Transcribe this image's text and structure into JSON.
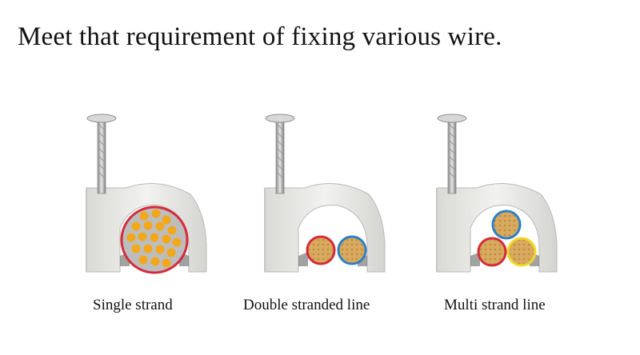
{
  "headline": "Meet that requirement of fixing various wire.",
  "clips": [
    {
      "caption": "Single strand",
      "wire_icon": "single-strand-wire-icon"
    },
    {
      "caption": "Double stranded line",
      "wire_icon": "double-strand-wire-icon"
    },
    {
      "caption": "Multi strand line",
      "wire_icon": "multi-strand-wire-icon"
    }
  ],
  "colors": {
    "clip_body": "#e8e8e6",
    "clip_edge": "#b9b9b6",
    "nail": "#a7a7a7",
    "wire_red": "#d42b3a",
    "wire_blue": "#2e7fc2",
    "wire_yellow": "#f0d82a",
    "copper_core": "#d8aa60",
    "strand_orange": "#f3a81b",
    "insulation_grey": "#bdbdbd"
  }
}
